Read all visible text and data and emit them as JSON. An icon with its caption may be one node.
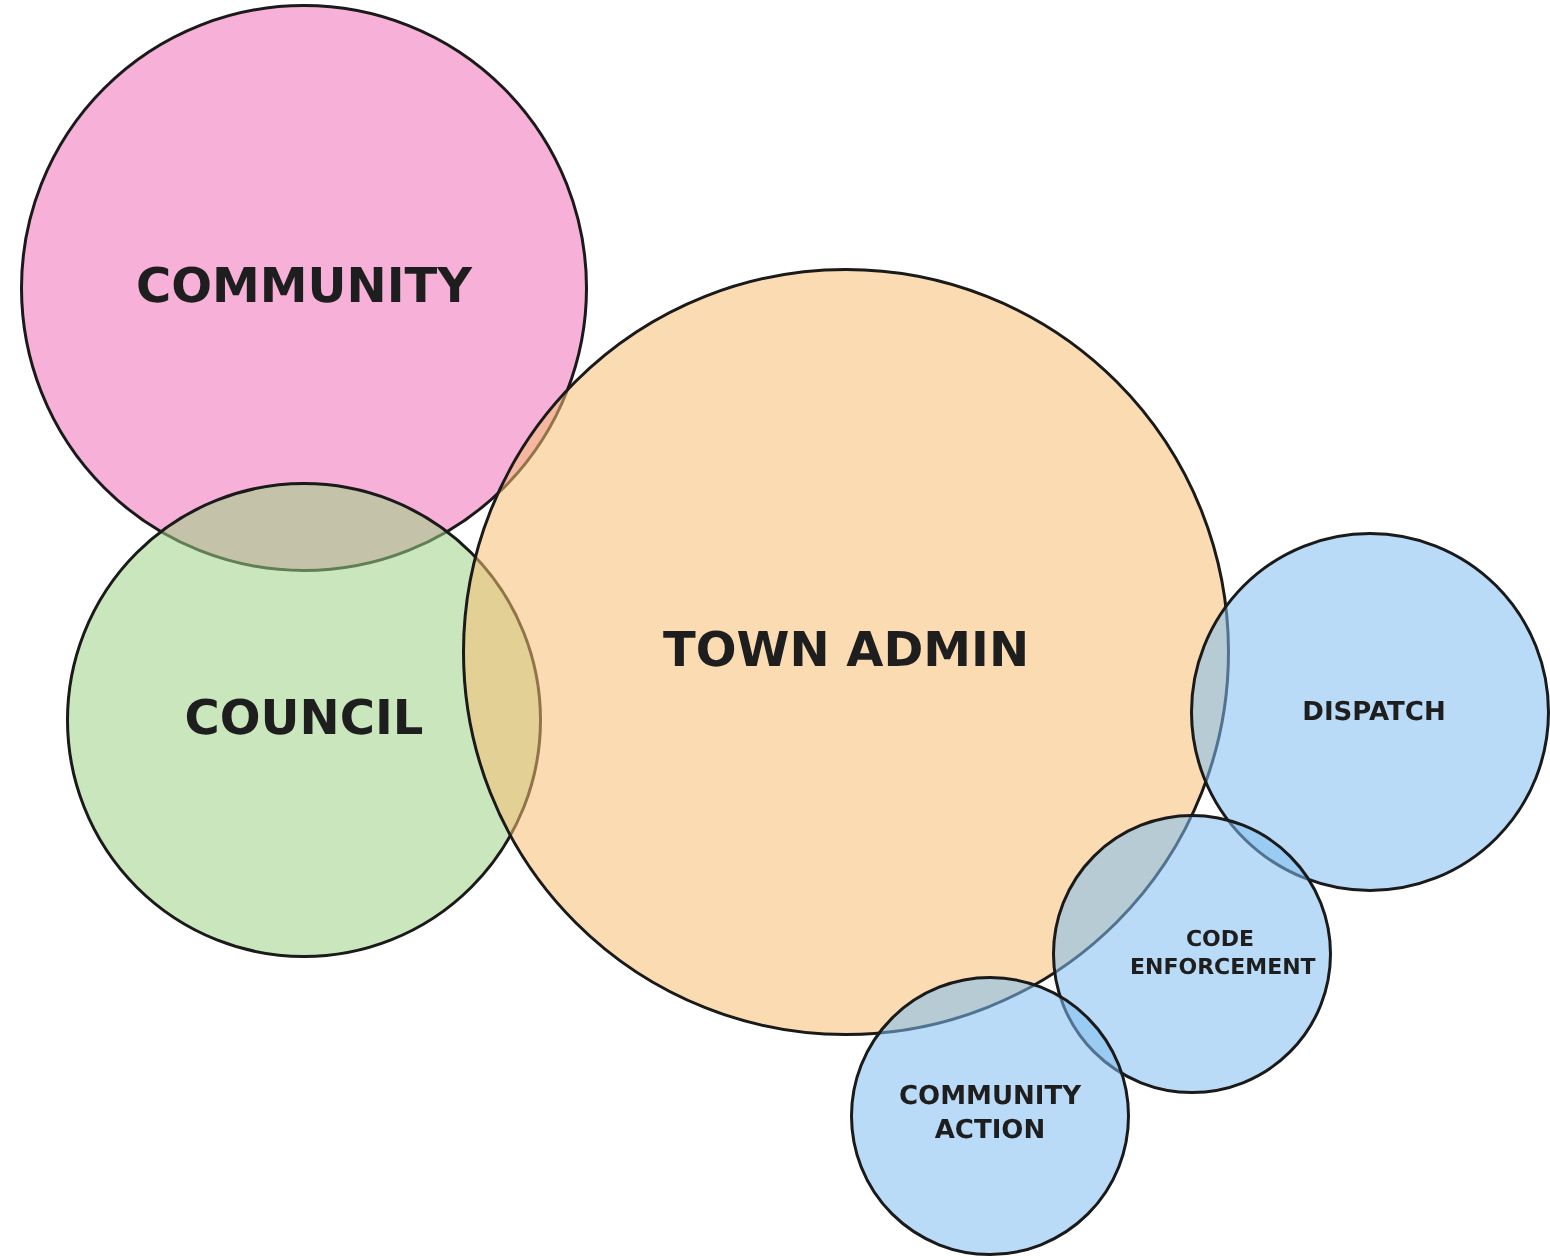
{
  "diagram": {
    "nodes": [
      {
        "text": [
          "COMMUNITY"
        ]
      },
      {
        "text": [
          "COUNCIL"
        ]
      },
      {
        "text": [
          "TOWN ADMIN"
        ]
      },
      {
        "text": [
          "DISPATCH"
        ]
      },
      {
        "text": [
          "CODE ENFORCEMENT"
        ]
      },
      {
        "text": [
          "COMMUNITY ACTION"
        ]
      }
    ]
  }
}
